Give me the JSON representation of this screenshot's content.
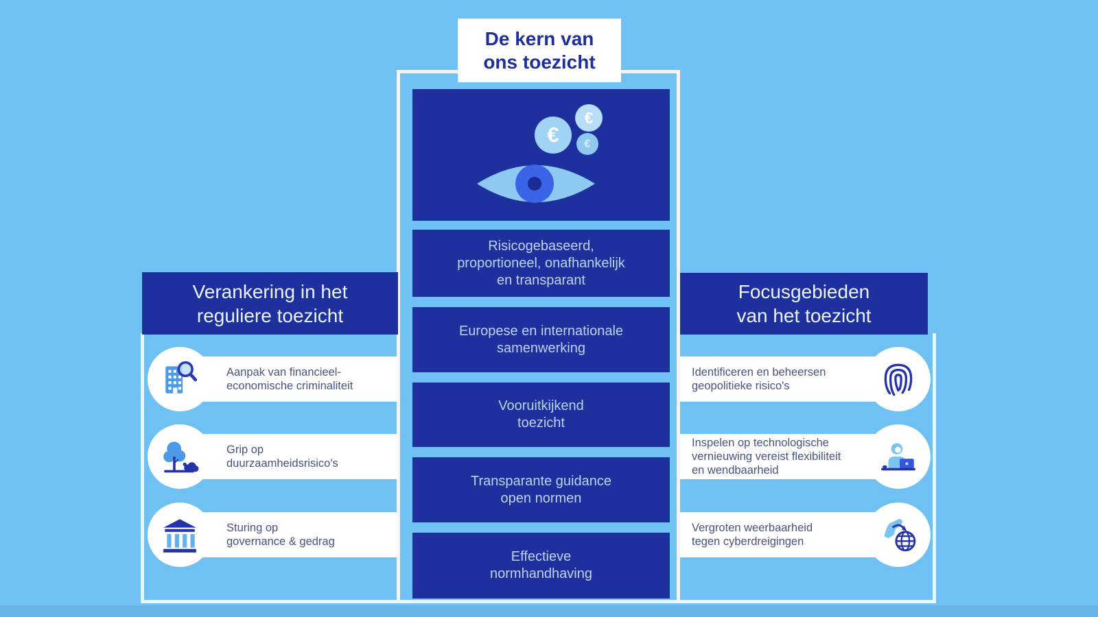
{
  "colors": {
    "background": "#6fc1f4",
    "bottom_strip": "#66b3e7",
    "navy_box": "#1e309e",
    "frame_line": "#eef5fc",
    "center_box_text": "#bdd3f2",
    "header_text": "#edf3fc",
    "item_text": "#485380",
    "kern_text": "#1c2f9c",
    "icon_mid_blue": "#4a9ae8",
    "icon_royal_blue": "#3555e3",
    "icon_navy": "#2433a8",
    "eye_sclera": "#8ec9f1",
    "eye_iris": "#3b63e8",
    "eye_pupil": "#1a2b94"
  },
  "kern": {
    "title": "De kern van\nons toezicht"
  },
  "core": {
    "illustration": {
      "coins": [
        "€",
        "€",
        "€"
      ],
      "eye_icon": "eye-icon"
    },
    "boxes": [
      "Risicogebaseerd,\nproportioneel, onafhankelijk\nen transparant",
      "Europese en internationale\nsamenwerking",
      "Vooruitkijkend\ntoezicht",
      "Transparante guidance\nopen normen",
      "Effectieve\nnormhandhaving"
    ]
  },
  "left_section": {
    "header": "Verankering in het\nreguliere toezicht",
    "items": [
      {
        "icon": "building-magnifier-icon",
        "label": "Aanpak van financieel-\neconomische criminaliteit"
      },
      {
        "icon": "trees-icon",
        "label": "Grip op\nduurzaamheidsrisico's"
      },
      {
        "icon": "temple-icon",
        "label": "Sturing op\ngovernance & gedrag"
      }
    ]
  },
  "right_section": {
    "header": "Focusgebieden\nvan het toezicht",
    "items": [
      {
        "icon": "fingerprint-icon",
        "label": "Identificeren en beheersen\ngeopolitieke risico's"
      },
      {
        "icon": "person-laptop-icon",
        "label": "Inspelen op technologische\nvernieuwing vereist flexibiliteit\nen wendbaarheid"
      },
      {
        "icon": "netherlands-globe-icon",
        "label": "Vergroten weerbaarheid\ntegen cyberdreigingen"
      }
    ]
  }
}
